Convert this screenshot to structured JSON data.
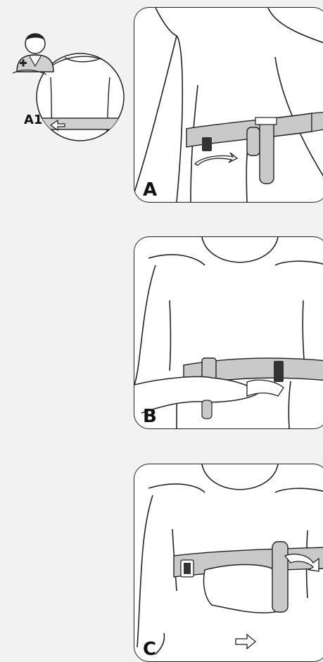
{
  "panels": {
    "a": {
      "label": "A"
    },
    "b": {
      "label": "B"
    },
    "c": {
      "label": "C"
    }
  },
  "inset": {
    "label": "A1"
  },
  "colors": {
    "strap": "#c9c9c9",
    "outline": "#222222",
    "background": "#f2f2f2",
    "panel": "#ffffff"
  },
  "icons": [
    "arrow-icon",
    "medic-cross-icon"
  ]
}
